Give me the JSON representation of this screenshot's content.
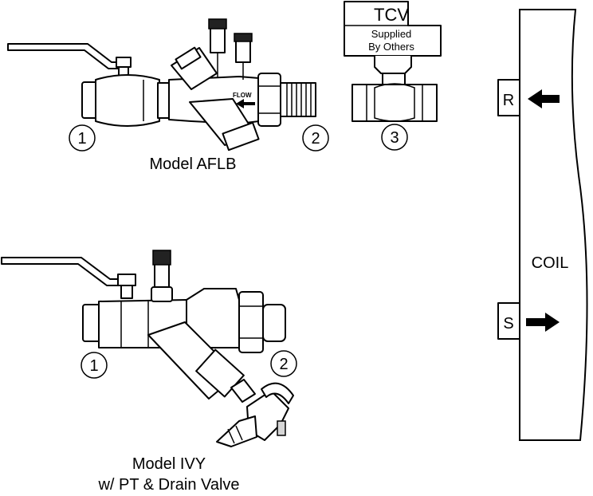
{
  "callouts": {
    "afl_left": "1",
    "afl_right": "2",
    "tcv_num": "3",
    "ivy_left": "1",
    "ivy_right": "2"
  },
  "afl": {
    "model_label": "Model AFLB",
    "flow_label": "FLOW"
  },
  "tcv": {
    "title": "TCV",
    "line1": "Supplied",
    "line2": "By Others"
  },
  "ivy": {
    "model_line1": "Model IVY",
    "model_line2": "w/ PT & Drain Valve"
  },
  "coil": {
    "label": "COIL",
    "return_port": "R",
    "supply_port": "S"
  }
}
